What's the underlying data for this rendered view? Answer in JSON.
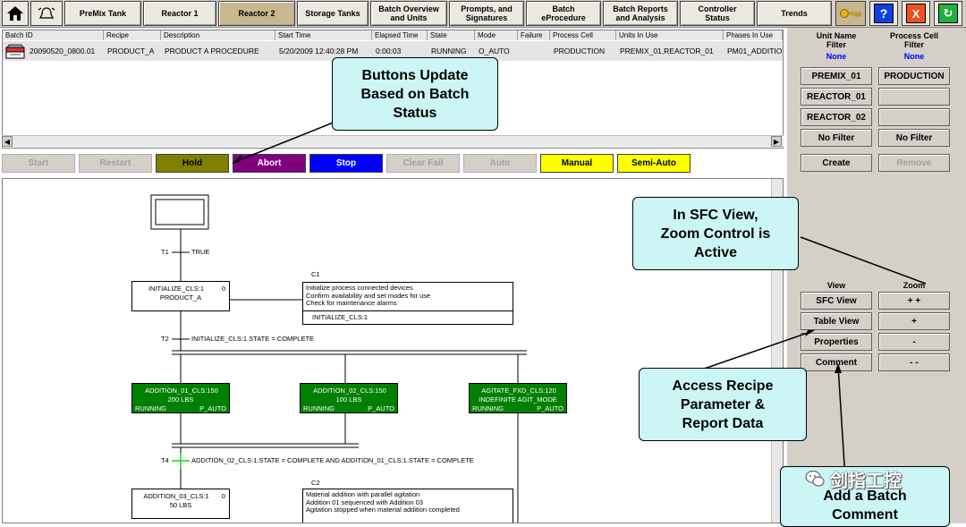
{
  "toolbar": {
    "tabs": [
      {
        "label": "PreMix Tank"
      },
      {
        "label": "Reactor 1"
      },
      {
        "label": "Reactor 2"
      },
      {
        "label": "Storage Tanks"
      },
      {
        "label": "Batch Overview\nand Units"
      },
      {
        "label": "Prompts, and\nSignatures"
      },
      {
        "label": "Batch\neProcedure"
      },
      {
        "label": "Batch Reports\nand Analysis"
      },
      {
        "label": "Controller\nStatus"
      },
      {
        "label": "Trends"
      }
    ],
    "active_tab": "Reactor 2",
    "help_label": "?",
    "close_label": "X"
  },
  "batch_list": {
    "columns": [
      "Batch ID",
      "Recipe",
      "Description",
      "Start Time",
      "Elapsed Time",
      "State",
      "Mode",
      "Failure",
      "Process Cell",
      "Units In Use",
      "Phases In Use"
    ],
    "row": {
      "batch_id": "20090520_0800.01",
      "recipe": "PRODUCT_A",
      "description": "PRODUCT A PROCEDURE",
      "start_time": "5/20/2009 12:40:28 PM",
      "elapsed": "0:00:03",
      "state": "RUNNING",
      "mode": "O_AUTO",
      "failure": "",
      "process_cell": "PRODUCTION",
      "units": "PREMIX_01,REACTOR_01",
      "phases": "PM01_ADDITIO"
    }
  },
  "actions": {
    "start": "Start",
    "restart": "Restart",
    "hold": "Hold",
    "abort": "Abort",
    "stop": "Stop",
    "clear_fail": "Clear Fail",
    "auto": "Auto",
    "manual": "Manual",
    "semi_auto": "Semi-Auto"
  },
  "filters": {
    "unit_title": "Unit Name\nFilter",
    "unit_value": "None",
    "cell_title": "Process Cell\nFilter",
    "cell_value": "None",
    "units": [
      "PREMIX_01",
      "REACTOR_01",
      "REACTOR_02",
      "No Filter"
    ],
    "cells": [
      "PRODUCTION",
      "",
      "",
      "No Filter"
    ],
    "create": "Create",
    "remove": "Remove"
  },
  "view_panel": {
    "view_title": "View",
    "zoom_title": "Zoom",
    "views": [
      "SFC View",
      "Table View",
      "Properties",
      "Comment"
    ],
    "zooms": [
      "+ +",
      "+",
      "-",
      "- -"
    ]
  },
  "sfc": {
    "t1": "T1",
    "t1_cond": "TRUE",
    "step1_name": "INITIALIZE_CLS:1",
    "step1_num": "0",
    "step1_sub": "PRODUCT_A",
    "c1_label": "C1",
    "c1_lines": [
      "Initialize process connected devices",
      "Confirm availability and set modes for use",
      "Check for maintenance alarms"
    ],
    "c1_ref": "INITIALIZE_CLS:1",
    "t2": "T2",
    "t2_cond": "INITIALIZE_CLS:1.STATE = COMPLETE",
    "add1": {
      "name": "ADDITION_01_CLS:1",
      "num": "50",
      "qty": "200 LBS",
      "state": "RUNNING",
      "mode": "P_AUTO"
    },
    "add2": {
      "name": "ADDITION_02_CLS:1",
      "num": "50",
      "qty": "100 LBS",
      "state": "RUNNING",
      "mode": "P_AUTO"
    },
    "agit": {
      "name": "AGITATE_FXD_CLS:1",
      "num": "20",
      "qty": "INDEFINITE AGIT_MODE",
      "state": "RUNNING",
      "mode": "P_AUTO"
    },
    "t4": "T4",
    "t4_cond": "ADDITION_02_CLS:1.STATE = COMPLETE AND ADDITION_01_CLS:1.STATE = COMPLETE",
    "add3_name": "ADDITION_03_CLS:1",
    "add3_num": "0",
    "add3_qty": "50 LBS",
    "c2_label": "C2",
    "c2_lines": [
      "Material addition with parallel agitation",
      "Addition 01 sequenced with Addition 03",
      "Agitation stopped when material addition completed"
    ]
  },
  "callouts": {
    "buttons": "Buttons Update\nBased on Batch\nStatus",
    "zoom": "In SFC View,\nZoom Control is\nActive",
    "recipe": "Access Recipe\nParameter &\nReport Data",
    "comment": "Add a Batch\nComment"
  },
  "watermark": "剑指工控",
  "colors": {
    "hold": "#808000",
    "abort": "#800080",
    "stop": "#0000ff",
    "manual": "#ffff00",
    "running_step": "#008000",
    "callout": "#ccf6f6"
  }
}
